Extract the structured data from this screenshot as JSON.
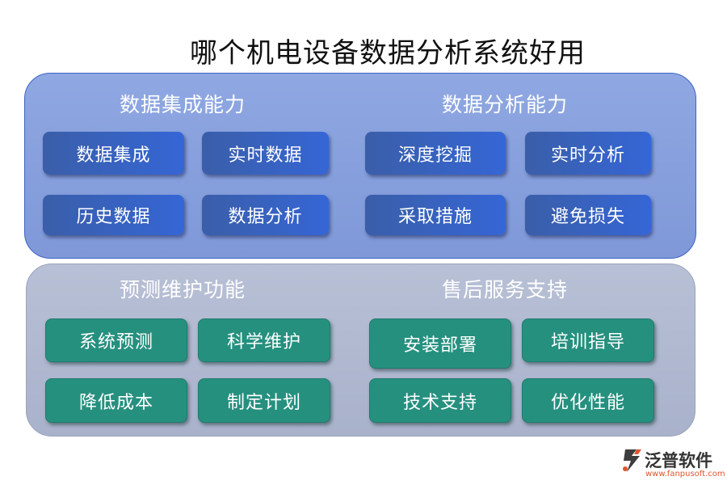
{
  "title": "哪个机电设备数据分析系统好用",
  "top_panel": {
    "left": {
      "title": "数据集成能力",
      "items": [
        "数据集成",
        "实时数据",
        "历史数据",
        "数据分析"
      ]
    },
    "right": {
      "title": "数据分析能力",
      "items": [
        "深度挖掘",
        "实时分析",
        "采取措施",
        "避免损失"
      ]
    }
  },
  "bottom_panel": {
    "left": {
      "title": "预测维护功能",
      "items": [
        "系统预测",
        "科学维护",
        "降低成本",
        "制定计划"
      ]
    },
    "right": {
      "title": "售后服务支持",
      "items": [
        "安装部署",
        "培训指导",
        "技术支持",
        "优化性能"
      ]
    }
  },
  "logo": {
    "name": "泛普软件",
    "url": "www.fanpusoft.com",
    "icon": "fanpu-logo-icon"
  },
  "colors": {
    "top_panel": "#8fa8e2",
    "top_button": "#3566d6",
    "bottom_panel": "#b8c0d6",
    "bottom_button": "#26907f",
    "logo_accent": "#e2552b"
  }
}
